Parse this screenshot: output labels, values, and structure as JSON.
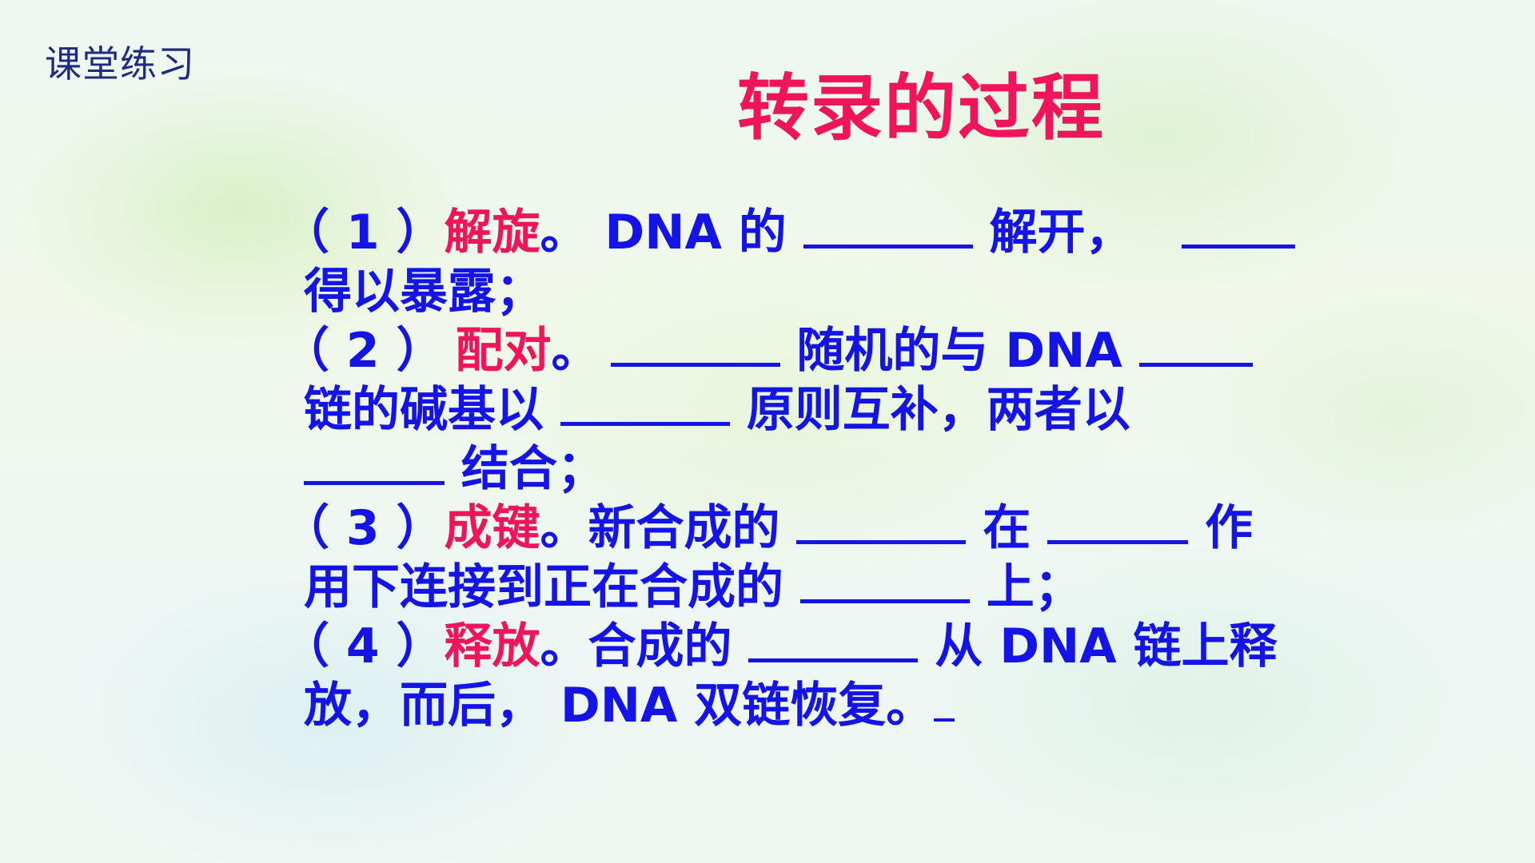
{
  "corner_label": "课堂练习",
  "title": "转录的过程",
  "step1": {
    "num": "（ 1 ）",
    "keyword": "解旋",
    "p1": "。 DNA 的 ",
    "p2": " 解开，",
    "p3": "得以暴露；"
  },
  "step2": {
    "num": "（ 2 ）",
    "keyword": "配对",
    "p1": "。",
    "p2": " 随机的与 DNA ",
    "p3": "链的碱基以 ",
    "p4": " 原则互补，两者以",
    "p5": " 结合；"
  },
  "step3": {
    "num": "（ 3 ）",
    "keyword": "成键",
    "p1": "。新合成的 ",
    "p2": " 在 ",
    "p3": " 作",
    "p4": "用下连接到正在合成的 ",
    "p5": " 上；"
  },
  "step4": {
    "num": "（ 4 ）",
    "keyword": "释放",
    "p1": "。合成的 ",
    "p2": " 从 DNA 链上释",
    "p3": "放，而后， DNA 双链恢复。"
  },
  "colors": {
    "title": "#f0145a",
    "keyword": "#f0145a",
    "body_text": "#1414e6",
    "corner_label": "#1f2a80"
  }
}
